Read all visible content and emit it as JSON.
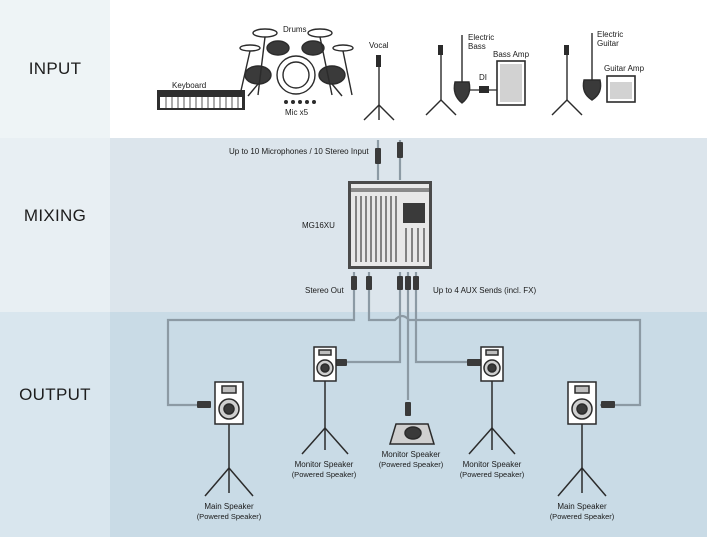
{
  "sections": {
    "input": "INPUT",
    "mixing": "MIXING",
    "output": "OUTPUT"
  },
  "instruments": {
    "keyboard": "Keyboard",
    "drums": "Drums",
    "mic_count": "Mic x5",
    "vocal": "Vocal",
    "electric_bass": [
      "Electric",
      "Bass"
    ],
    "bass_amp": "Bass Amp",
    "di": "DI",
    "electric_guitar": [
      "Electric",
      "Guitar"
    ],
    "guitar_amp": "Guitar Amp"
  },
  "mixer": {
    "input_note": "Up to 10 Microphones / 10 Stereo Input",
    "model": "MG16XU",
    "stereo_out": "Stereo Out",
    "aux_note": "Up to 4 AUX Sends (incl. FX)"
  },
  "speakers": {
    "main_left": [
      "Main Speaker",
      "(Powered Speaker)"
    ],
    "monitor_left": [
      "Monitor Speaker",
      "(Powered Speaker)"
    ],
    "monitor_center": [
      "Monitor Speaker",
      "(Powered Speaker)"
    ],
    "monitor_right": [
      "Monitor Speaker",
      "(Powered Speaker)"
    ],
    "main_right": [
      "Main Speaker",
      "(Powered Speaker)"
    ]
  }
}
